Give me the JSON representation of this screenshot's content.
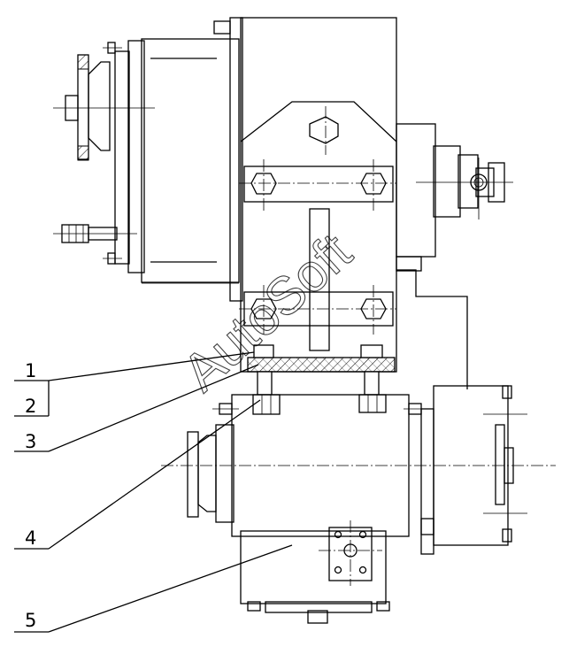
{
  "callouts": [
    {
      "number": "1"
    },
    {
      "number": "2"
    },
    {
      "number": "3"
    },
    {
      "number": "4"
    },
    {
      "number": "5"
    }
  ],
  "watermark": "AutoSoft"
}
